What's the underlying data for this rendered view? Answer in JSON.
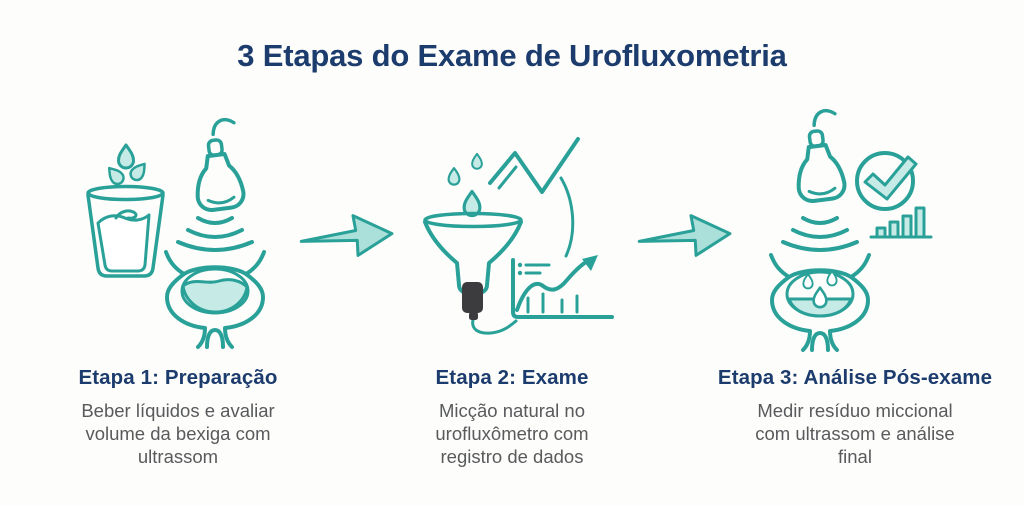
{
  "title": "3 Etapas do Exame de Urofluxometria",
  "steps": [
    {
      "heading": "Etapa 1: Preparação",
      "description": "Beber líquidos e avaliar\nvolume da bexiga com\nultrassom",
      "icons": [
        "droplets-icon",
        "water-glass-icon",
        "ultrasound-probe-icon",
        "ultrasound-waves-icon",
        "bladder-icon"
      ]
    },
    {
      "heading": "Etapa 2: Exame",
      "description": "Micção natural no\nurofluxômetro com\nregistro de dados",
      "icons": [
        "droplets-icon",
        "funnel-uroflowmeter-icon",
        "trend-line-icon",
        "flow-curve-chart-icon"
      ]
    },
    {
      "heading": "Etapa 3: Análise Pós-exame",
      "description": "Medir resíduo miccional\ncom ultrassom e análise\nfinal",
      "icons": [
        "ultrasound-probe-icon",
        "ultrasound-waves-icon",
        "bladder-droplets-icon",
        "check-circle-icon",
        "bar-chart-icon"
      ]
    }
  ],
  "colors": {
    "teal": "#2AA198",
    "teal_light": "#C6EAE5",
    "arrow_fill": "#ABDFD9",
    "navy": "#1C3C6E",
    "text_gray": "#595A5C",
    "sensor_dark": "#3C3C3E",
    "background": "#FDFDFB"
  }
}
